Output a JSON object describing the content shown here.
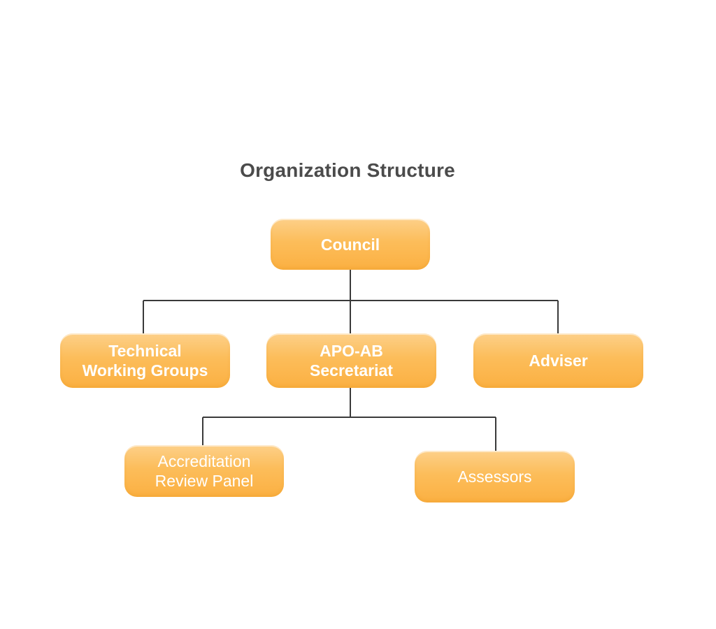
{
  "title": "Organization Structure",
  "nodes": {
    "council": "Council",
    "technical_working_groups": "Technical\nWorking Groups",
    "apo_ab_secretariat": "APO-AB\nSecretariat",
    "adviser": "Adviser",
    "accreditation_review_panel": "Accreditation\nReview Panel",
    "assessors": "Assessors"
  },
  "colors": {
    "box_fill": "#fcbd5a",
    "box_text": "#ffffff",
    "connector": "#3a3a3a",
    "title_text": "#4b4b4b"
  }
}
